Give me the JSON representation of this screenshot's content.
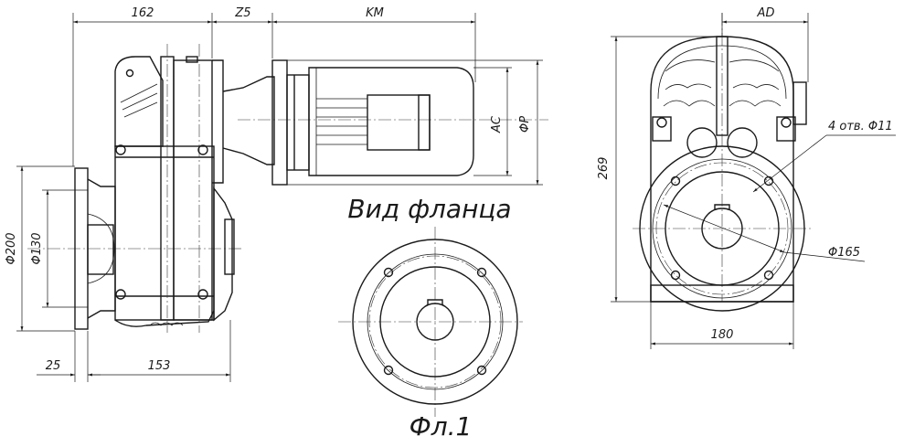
{
  "dimensions": {
    "d162": "162",
    "d25top": "Z5",
    "km": "KM",
    "ac": "AC",
    "p": "ΦP",
    "d200": "Φ200",
    "d130": "Φ130",
    "d25": "25",
    "d153": "153",
    "ad": "AD",
    "d269": "269",
    "holes": "4 отв. Φ11",
    "d165": "Φ165",
    "d180": "180"
  },
  "labels": {
    "flange_view": "Вид фланца",
    "flange_name": "Фл.1"
  }
}
